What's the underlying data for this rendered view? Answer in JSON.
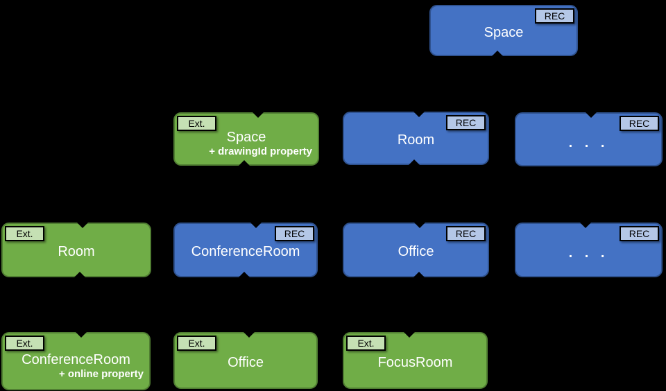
{
  "colors": {
    "background": "#000000",
    "rec_fill": "#4472C4",
    "rec_border": "#2F528F",
    "ext_fill": "#70AD47",
    "ext_border": "#507E32",
    "rec_badge_fill": "#B4C7E7",
    "ext_badge_fill": "#C5E0B4",
    "badge_border": "#000000",
    "text": "#FFFFFF"
  },
  "badge_labels": {
    "rec": "REC",
    "ext": "Ext."
  },
  "nodes": [
    {
      "label": "Space",
      "badge": "REC"
    },
    {
      "label": "Space",
      "sublabel": "+ drawingId property",
      "badge": "Ext."
    },
    {
      "label": "Room",
      "badge": "REC"
    },
    {
      "label": ". . .",
      "badge": "REC"
    },
    {
      "label": "Room",
      "badge": "Ext."
    },
    {
      "label": "ConferenceRoom",
      "badge": "REC"
    },
    {
      "label": "Office",
      "badge": "REC"
    },
    {
      "label": ". . .",
      "badge": "REC"
    },
    {
      "label": "ConferenceRoom",
      "sublabel": "+ online property",
      "badge": "Ext."
    },
    {
      "label": "Office",
      "badge": "Ext."
    },
    {
      "label": "FocusRoom",
      "badge": "Ext."
    }
  ]
}
